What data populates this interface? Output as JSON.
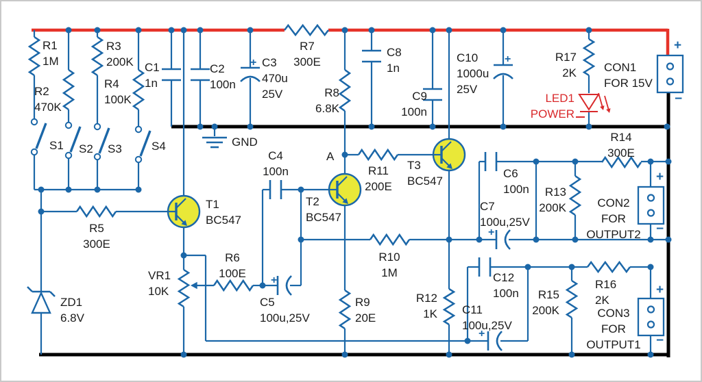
{
  "colors": {
    "wire": "#1b67a8",
    "rail_positive": "#e63329",
    "rail_ground": "#000000",
    "transistor_fill": "#e9e838",
    "led_red": "#d9292b",
    "label_text": "#1c1c1c"
  },
  "components": {
    "R1": {
      "ref": "R1",
      "value": "1M"
    },
    "R2": {
      "ref": "R2",
      "value": "470K"
    },
    "R3": {
      "ref": "R3",
      "value": "200K"
    },
    "R4": {
      "ref": "R4",
      "value": "100K"
    },
    "R5": {
      "ref": "R5",
      "value": "300E"
    },
    "R6": {
      "ref": "R6",
      "value": "100E"
    },
    "R7": {
      "ref": "R7",
      "value": "300E"
    },
    "R8": {
      "ref": "R8",
      "value": "6.8K"
    },
    "R9": {
      "ref": "R9",
      "value": "20E"
    },
    "R10": {
      "ref": "R10",
      "value": "1M"
    },
    "R11": {
      "ref": "R11",
      "value": "200E"
    },
    "R12": {
      "ref": "R12",
      "value": "1K"
    },
    "R13": {
      "ref": "R13",
      "value": "200K"
    },
    "R14": {
      "ref": "R14",
      "value": "300E"
    },
    "R15": {
      "ref": "R15",
      "value": "200K"
    },
    "R16": {
      "ref": "R16",
      "value": "2K"
    },
    "R17": {
      "ref": "R17",
      "value": "2K"
    },
    "VR1": {
      "ref": "VR1",
      "value": "10K"
    },
    "C1": {
      "ref": "C1",
      "value": "1n"
    },
    "C2": {
      "ref": "C2",
      "value": "100n"
    },
    "C3": {
      "ref": "C3",
      "value": "470u",
      "value2": "25V"
    },
    "C4": {
      "ref": "C4",
      "value": "100n"
    },
    "C5": {
      "ref": "C5",
      "value": "100u,25V"
    },
    "C6": {
      "ref": "C6",
      "value": "100n"
    },
    "C7": {
      "ref": "C7",
      "value": "100u,25V"
    },
    "C8": {
      "ref": "C8",
      "value": "1n"
    },
    "C9": {
      "ref": "C9",
      "value": "100n"
    },
    "C10": {
      "ref": "C10",
      "value": "1000u",
      "value2": "25V"
    },
    "C11": {
      "ref": "C11",
      "value": "100u,25V"
    },
    "C12": {
      "ref": "C12",
      "value": "100n"
    },
    "ZD1": {
      "ref": "ZD1",
      "value": "6.8V"
    },
    "LED1": {
      "ref": "LED1",
      "value": "POWER"
    },
    "T1": {
      "ref": "T1",
      "value": "BC547"
    },
    "T2": {
      "ref": "T2",
      "value": "BC547"
    },
    "T3": {
      "ref": "T3",
      "value": "BC547"
    },
    "CON1": {
      "ref": "CON1",
      "value": "FOR 15V"
    },
    "CON2": {
      "ref": "CON2",
      "value": "FOR",
      "value2": "OUTPUT2"
    },
    "CON3": {
      "ref": "CON3",
      "value": "FOR",
      "value2": "OUTPUT1"
    }
  },
  "switches": {
    "s1": "S1",
    "s2": "S2",
    "s3": "S3",
    "s4": "S4"
  },
  "nodes": {
    "a": "A",
    "gnd": "GND"
  },
  "signs": {
    "plus": "+",
    "minus": "−"
  }
}
